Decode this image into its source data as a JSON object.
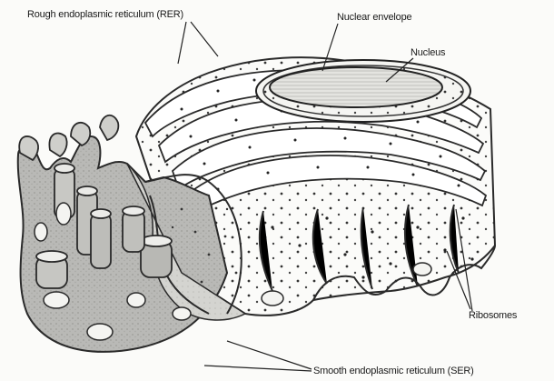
{
  "labels": {
    "rer": "Rough endoplasmic reticulum (RER)",
    "nuclear_envelope": "Nuclear envelope",
    "nucleus": "Nucleus",
    "ribosomes": "Ribosomes",
    "ser": "Smooth endoplasmic reticulum (SER)"
  }
}
